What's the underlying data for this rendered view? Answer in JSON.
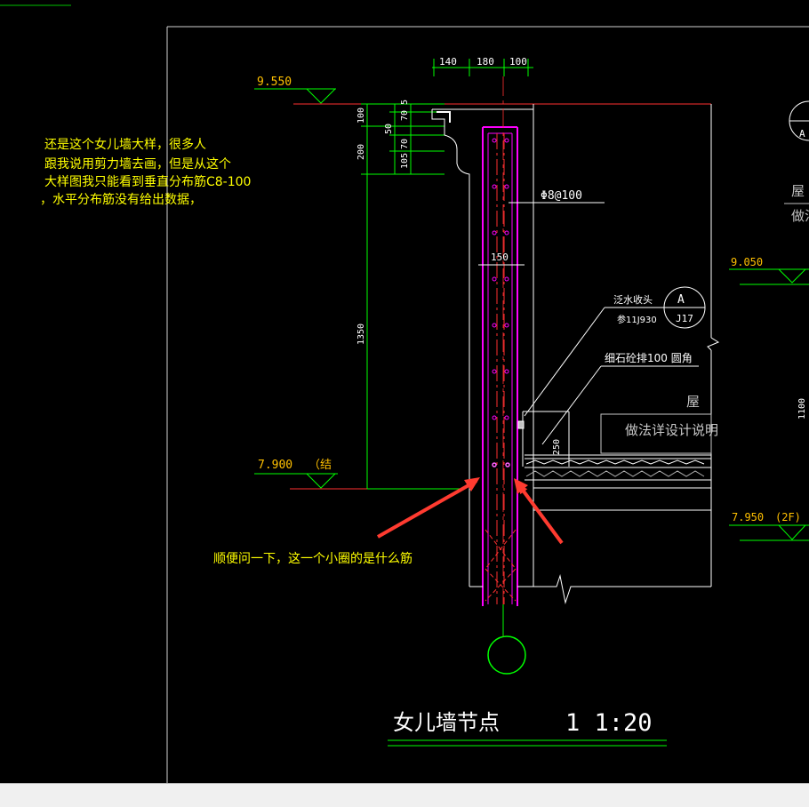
{
  "annotation_top": {
    "lines": [
      "还是这个女儿墙大样，很多人",
      "跟我说用剪力墙去画，但是从这个",
      "大样图我只能看到垂直分布筋C8-100",
      "，水平分布筋没有给出数据，"
    ]
  },
  "annotation_bottom": "顺便问一下，这一个小圈的是什么筋",
  "drawing": {
    "title": "女儿墙节点",
    "scale": "1  1:20",
    "elev_top": "9.550",
    "elev_bottom": "7.900",
    "elev_bottom_note": "（结",
    "elev_right_upper": "9.050",
    "elev_right_lower": "7.950",
    "elev_right_lower_note": "(2F)",
    "dims_top": [
      "140",
      "180",
      "100"
    ],
    "dims_left_outer": [
      "100",
      "200",
      "1350"
    ],
    "dims_left_inner": [
      "5",
      "70",
      "50",
      "70",
      "105"
    ],
    "dim_wall_width": "150",
    "dim_right": "1100",
    "dim_250": "250",
    "rebar_label": "Φ8@100",
    "note_flashing": "泛水收头",
    "note_flashing_ref": "参11J930",
    "callout_letter": "A",
    "callout_ref": "J17",
    "note_concrete": "细石砼排100  圆角",
    "roof_char": "屋",
    "roof_note": "做法详设计说明",
    "right_edge_char": "屋",
    "right_edge_note": "做法",
    "corner_callout_letter": "A"
  },
  "colors": {
    "background": "#000000",
    "annotation_text": "#ffff00",
    "arrow": "#ff3b30",
    "rebar": "#ff00ff",
    "dimension": "#ffffff",
    "grid_line": "#00ff00",
    "elevation": "#ffc000"
  }
}
